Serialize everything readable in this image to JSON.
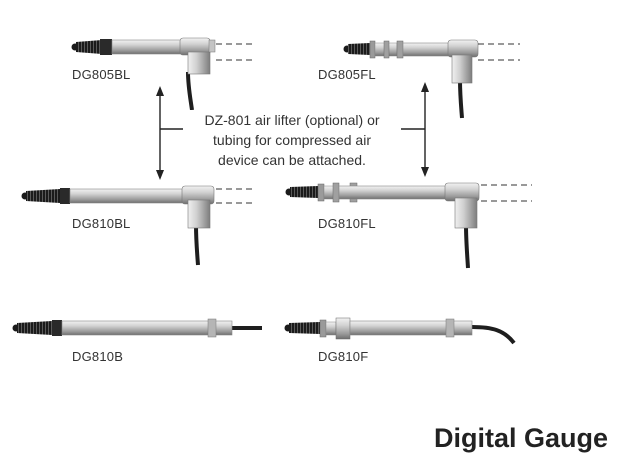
{
  "models": [
    {
      "label": "DG805BL"
    },
    {
      "label": "DG805FL"
    },
    {
      "label": "DG810BL"
    },
    {
      "label": "DG810FL"
    },
    {
      "label": "DG810B"
    },
    {
      "label": "DG810F"
    }
  ],
  "note": {
    "lines": [
      "DZ-801 air lifter (optional) or",
      "tubing for compressed air",
      "device can be attached."
    ]
  },
  "heading": "Digital Gauge",
  "colors": {
    "text": "#333333",
    "heading": "#222222",
    "metal": "#b8b8b8",
    "knurl": "#222222",
    "cable": "#1e1e1e"
  }
}
